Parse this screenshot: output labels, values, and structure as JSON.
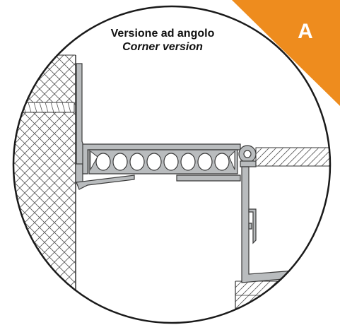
{
  "badge": {
    "letter": "A",
    "color": "#ee8c1e"
  },
  "title": {
    "main": "Versione ad angolo",
    "sub": "Corner version"
  },
  "colors": {
    "profile": "#b9bcbe",
    "profile_stroke": "#3a3a3a",
    "hatch": "#555555",
    "circle": "#1a1a1a"
  }
}
